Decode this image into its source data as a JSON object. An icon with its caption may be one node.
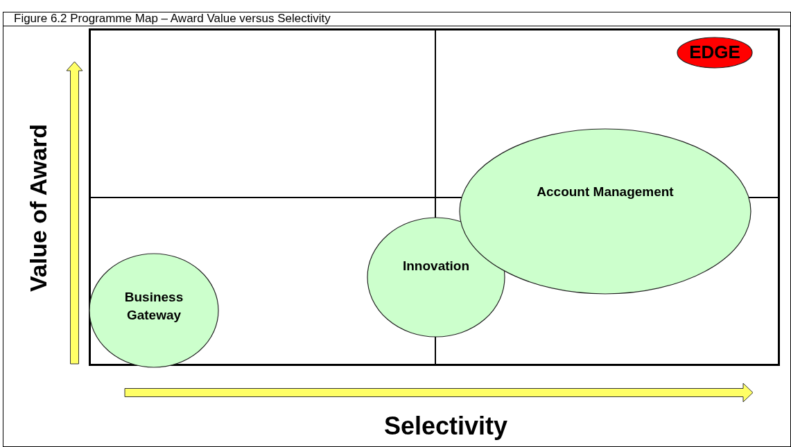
{
  "diagram": {
    "title": "Figure 6.2 Programme Map – Award Value versus Selectivity",
    "nodes": [
      {
        "text": [
          "EDGE"
        ]
      },
      {
        "text": [
          "Business Gateway"
        ]
      },
      {
        "text": [
          "Innovation"
        ]
      },
      {
        "text": [
          "Account Management"
        ]
      }
    ],
    "labels": [
      "Value of Award",
      "Selectivity"
    ]
  }
}
